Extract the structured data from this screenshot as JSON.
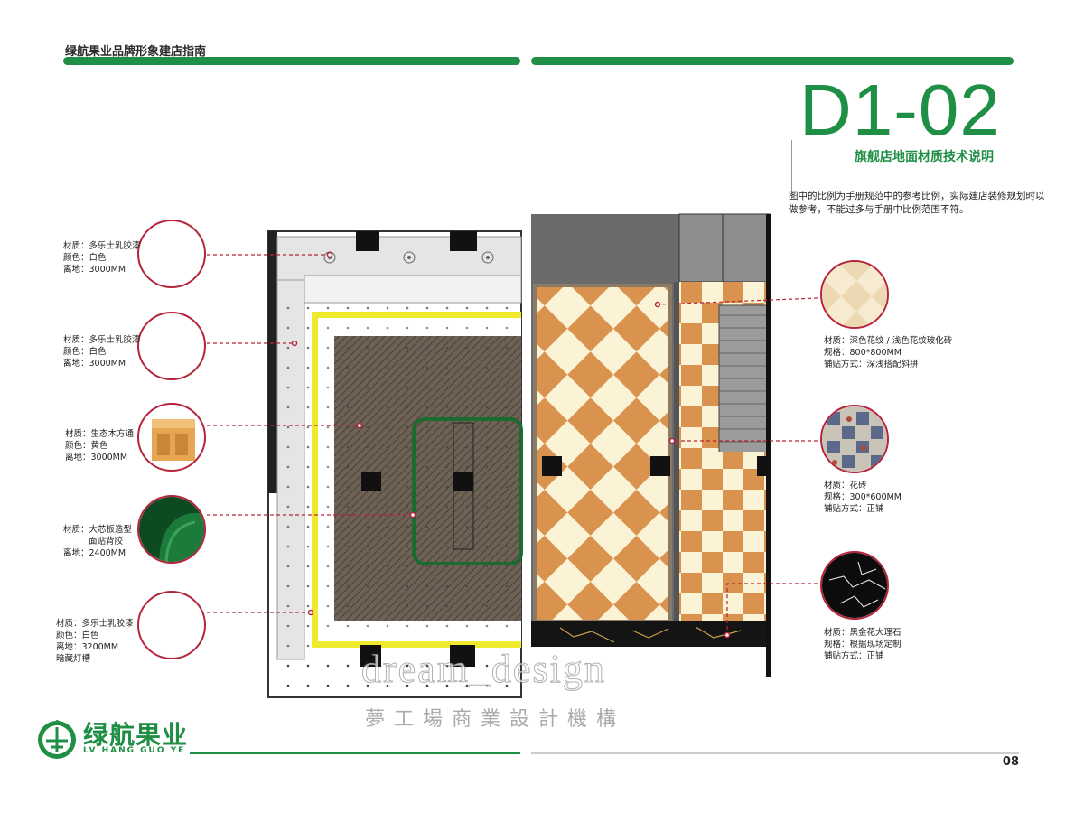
{
  "header": {
    "title": "绿航果业品牌形象建店指南"
  },
  "section": {
    "code": "D1-02",
    "subtitle": "旗舰店地面材质技术说明"
  },
  "note": {
    "text": "图中的比例为手册规范中的参考比例，实际建店装修规划时以做参考，不能过多与手册中比例范围不符。"
  },
  "left_labels": [
    {
      "lines": [
        "材质：多乐士乳胶漆",
        "颜色：白色",
        "离地：3000MM"
      ]
    },
    {
      "lines": [
        "材质：多乐士乳胶漆",
        "颜色：白色",
        "离地：3000MM"
      ]
    },
    {
      "lines": [
        "材质：生态木方通",
        "颜色：黄色",
        "离地：3000MM"
      ]
    },
    {
      "lines": [
        "材质：大芯板造型",
        "面贴背胶",
        "离地：2400MM"
      ]
    },
    {
      "lines": [
        "材质：多乐士乳胶漆",
        "颜色：白色",
        "离地：3200MM",
        "暗藏灯槽"
      ]
    }
  ],
  "right_labels": [
    {
      "lines": [
        "材质：深色花纹 / 浅色花纹玻化砖",
        "规格：800*800MM",
        "铺贴方式：深浅搭配斜拼"
      ]
    },
    {
      "lines": [
        "材质：花砖",
        "规格：300*600MM",
        "铺贴方式：正铺"
      ]
    },
    {
      "lines": [
        "材质：黑金花大理石",
        "规格：根据现场定制",
        "铺贴方式：正铺"
      ]
    }
  ],
  "watermark": {
    "en": "dream_design",
    "cn": "夢工場商業設計機構"
  },
  "brand": {
    "cn": "绿航果业",
    "en": "LV HANG GUO YE"
  },
  "page_number": "08",
  "colors": {
    "brand_green": "#1e8f44",
    "callout_red": "#b5243b",
    "tile_orange": "#d9934f",
    "tile_cream": "#fbf3d6"
  }
}
